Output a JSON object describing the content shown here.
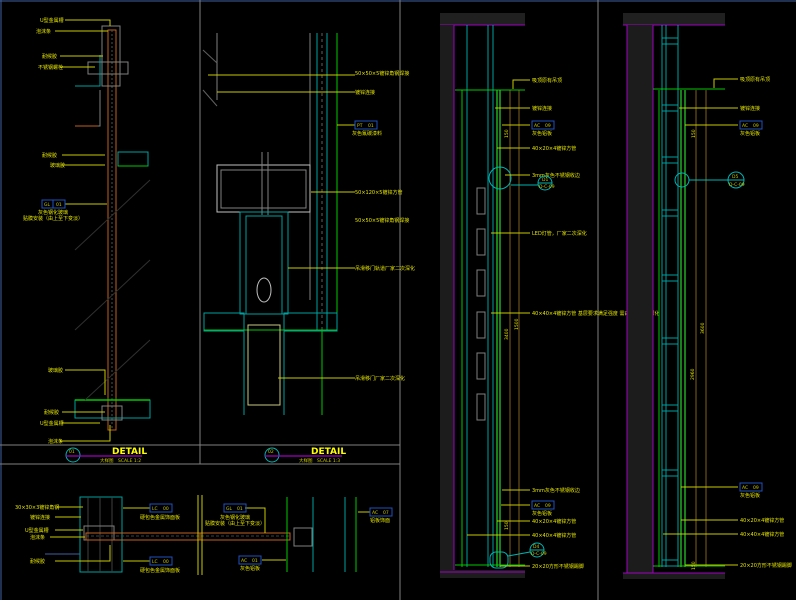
{
  "drawing": {
    "background": "#000000",
    "colors": {
      "leader": "#c8c800",
      "text": "#e6e600",
      "title": "#ffff00",
      "cyan": "#00b4b4",
      "green": "#00c800",
      "bright_green": "#33ff33",
      "orange": "#c06020",
      "magenta": "#a000c0",
      "gray": "#808080",
      "tag_box": "#2050c0",
      "red": "#e00000",
      "brown": "#806020"
    }
  },
  "detail1": {
    "labels": [
      "U型金属槽",
      "泡沫条",
      "耐候胶",
      "不锈钢螺栓",
      "耐候胶",
      "玻璃胶",
      "玻璃胶",
      "耐候胶",
      "U型金属槽",
      "泡沫条"
    ],
    "tag": {
      "code": "GL",
      "num": "01"
    },
    "tag_desc": [
      "灰色钢化玻璃",
      "贴膜安装（由上至下变淡）"
    ],
    "title": "DETAIL",
    "subtitle": "大样图",
    "scale": "SCALE 1:2",
    "symbol": "01"
  },
  "detail2": {
    "labels": [
      "50×50×5镀锌角钢焊接",
      "镀锌连接",
      "50×120×5镀锌方管",
      "50×50×5镀锌角钢焊接",
      "吊滑移门轨道厂家二次深化",
      "吊滑移门厂家二次深化"
    ],
    "tag": {
      "code": "PT",
      "num": "01"
    },
    "tag_desc": "灰色氟碳漆料",
    "title": "DETAIL",
    "subtitle": "大样图",
    "scale": "SCALE 1:3",
    "symbol": "02"
  },
  "detail3": {
    "labels": [
      "吸顶原有吊顶",
      "镀锌连接",
      "40×20×4镀锌方管",
      "3mm灰色不锈钢收边",
      "LED灯管，厂家二次深化",
      "40×40×4镀锌方管 基层要求满足强度 需由厂家二次深化",
      "3mm灰色不锈钢收边",
      "40×20×4镀锌方管",
      "40×40×4镀锌方管",
      "20×20方形不锈钢踢脚"
    ],
    "tag": {
      "code": "AC",
      "num": "09"
    },
    "tag_desc": "灰色铝板",
    "callouts": [
      {
        "num": "D1",
        "ref": "D-C-09"
      },
      {
        "num": "D4",
        "ref": "D-C-09"
      }
    ],
    "dims": [
      "150",
      "3400",
      "1500",
      "150"
    ]
  },
  "detail4": {
    "labels": [
      "吸顶原有吊顶",
      "镀锌连接",
      "40×20×4镀锌方管",
      "40×40×4镀锌方管",
      "20×20方形不锈钢踢脚"
    ],
    "tag": {
      "code": "AC",
      "num": "09"
    },
    "tag_desc": "灰色铝板",
    "callout": {
      "num": "D5",
      "ref": "D-C-09"
    },
    "dims": [
      "150",
      "3600",
      "2960",
      "150"
    ]
  },
  "detail5": {
    "labels": [
      "30×30×3镀锌角钢",
      "镀锌连接",
      "U型金属槽",
      "泡沫条",
      "耐候胶"
    ],
    "tags": [
      {
        "code": "LC",
        "num": "00",
        "desc": "硬包色金属饰面板"
      },
      {
        "code": "LC",
        "num": "00",
        "desc": "硬包色金属饰面板"
      },
      {
        "code": "GL",
        "num": "01",
        "desc": [
          "灰色钢化玻璃",
          "贴膜安装（由上至下变淡）"
        ]
      },
      {
        "code": "AC",
        "num": "01",
        "desc": "灰色铝板"
      },
      {
        "code": "AC",
        "num": "07",
        "desc": "铝板饰面"
      }
    ]
  }
}
